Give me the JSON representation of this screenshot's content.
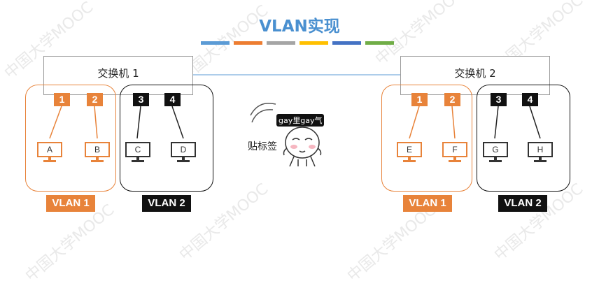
{
  "title": "VLAN实现",
  "accent_bars": [
    "#5b9bd5",
    "#ed7d31",
    "#a5a5a5",
    "#ffc000",
    "#4472c4",
    "#70ad47"
  ],
  "colors": {
    "vlan1": "#e8833a",
    "vlan2": "#111111",
    "title": "#4a90d0"
  },
  "watermark_text": "中国大学MOOC",
  "left": {
    "switch_label": "交换机 1",
    "ports": [
      "1",
      "2",
      "3",
      "4"
    ],
    "pcs": [
      "A",
      "B",
      "C",
      "D"
    ],
    "vlan1_label": "VLAN 1",
    "vlan2_label": "VLAN 2"
  },
  "right": {
    "switch_label": "交换机 2",
    "ports": [
      "1",
      "2",
      "3",
      "4"
    ],
    "pcs": [
      "E",
      "F",
      "G",
      "H"
    ],
    "vlan1_label": "VLAN 1",
    "vlan2_label": "VLAN 2"
  },
  "meme": {
    "bubble": "gay里gay气",
    "side_text": "贴标签"
  }
}
